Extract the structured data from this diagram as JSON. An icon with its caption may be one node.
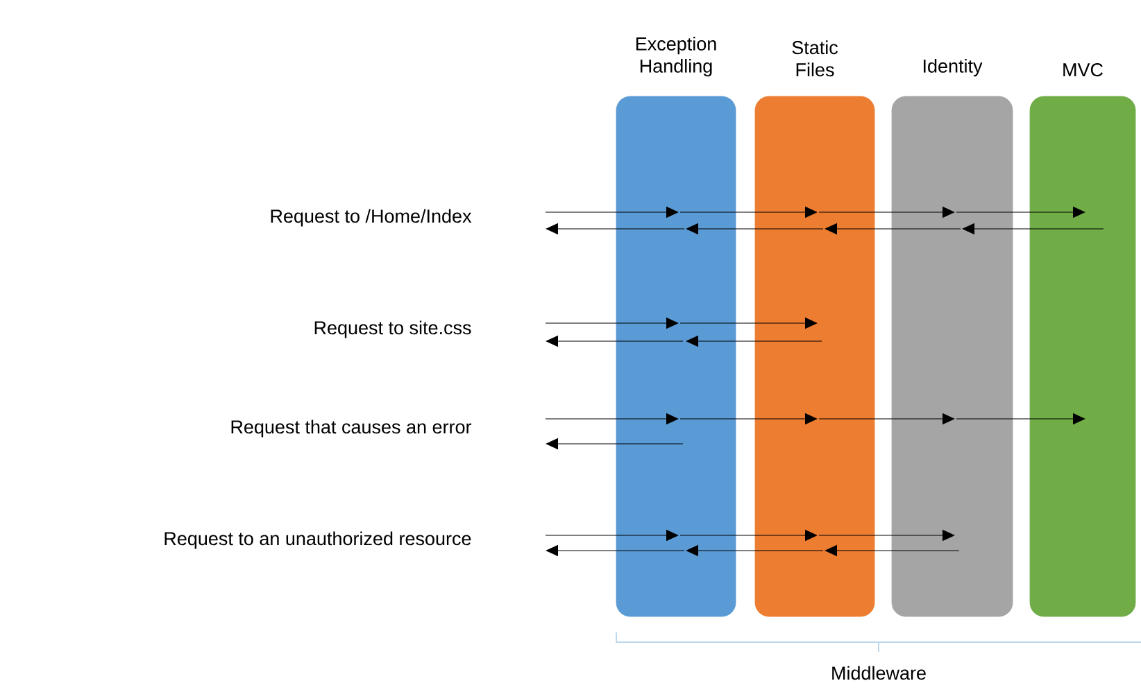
{
  "diagram": {
    "nodes": [
      {
        "text": [
          "Exception Handling"
        ]
      },
      {
        "text": [
          "Static Files"
        ]
      },
      {
        "text": [
          "Identity"
        ]
      },
      {
        "text": [
          "MVC"
        ]
      }
    ],
    "edges": [
      {
        "from": null,
        "to": 0,
        "arrow": "to"
      },
      {
        "from": 0,
        "to": 1,
        "arrow": "to"
      },
      {
        "from": 1,
        "to": 2,
        "arrow": "to"
      },
      {
        "from": 2,
        "to": 3,
        "arrow": "to"
      },
      {
        "from": 3,
        "to": 2,
        "arrow": "to"
      },
      {
        "from": 2,
        "to": 1,
        "arrow": "to"
      },
      {
        "from": 1,
        "to": 0,
        "arrow": "to"
      },
      {
        "from": 0,
        "to": null,
        "arrow": "to"
      },
      {
        "from": null,
        "to": 0,
        "arrow": "to"
      },
      {
        "from": 0,
        "to": 1,
        "arrow": "to"
      },
      {
        "from": 1,
        "to": 0,
        "arrow": "to"
      },
      {
        "from": 0,
        "to": null,
        "arrow": "to"
      },
      {
        "from": null,
        "to": 0,
        "arrow": "to"
      },
      {
        "from": 0,
        "to": 1,
        "arrow": "to"
      },
      {
        "from": 1,
        "to": 2,
        "arrow": "to"
      },
      {
        "from": 2,
        "to": 3,
        "arrow": "to"
      },
      {
        "from": 0,
        "to": null,
        "arrow": "to"
      },
      {
        "from": null,
        "to": 0,
        "arrow": "to"
      },
      {
        "from": 0,
        "to": 1,
        "arrow": "to"
      },
      {
        "from": 1,
        "to": 2,
        "arrow": "to"
      },
      {
        "from": 2,
        "to": 1,
        "arrow": "to"
      },
      {
        "from": 1,
        "to": 0,
        "arrow": "to"
      },
      {
        "from": 0,
        "to": null,
        "arrow": "to"
      }
    ],
    "labels": [
      "Request to /Home/Index",
      "Request to site.css",
      "Request that causes an error",
      "Request to an unauthorized resource",
      "Middleware"
    ]
  }
}
